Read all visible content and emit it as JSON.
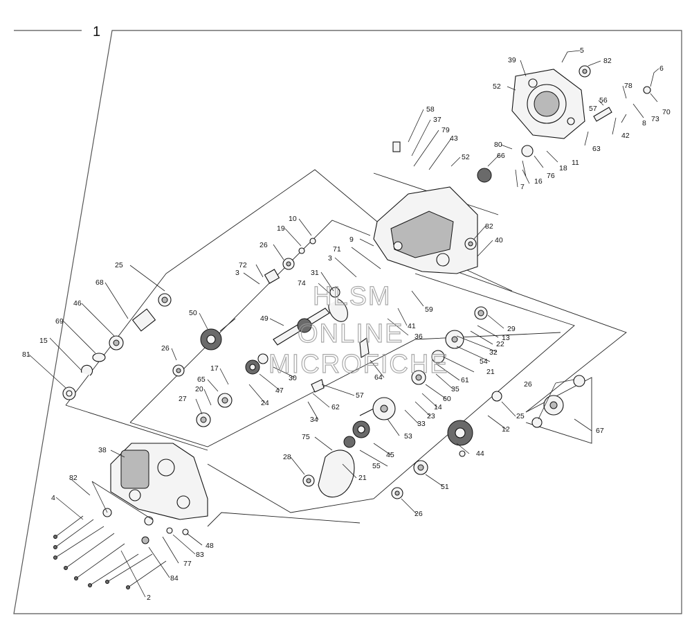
{
  "sheet_number": "1",
  "watermark": {
    "line1": "HLSM",
    "line2": "ONLINE",
    "line3": "MICROFICHE"
  },
  "callouts": [
    {
      "id": "c39",
      "label": "39"
    },
    {
      "id": "c5",
      "label": "5"
    },
    {
      "id": "c82a",
      "label": "82"
    },
    {
      "id": "c6",
      "label": "6"
    },
    {
      "id": "c52a",
      "label": "52"
    },
    {
      "id": "c78",
      "label": "78"
    },
    {
      "id": "c56",
      "label": "56"
    },
    {
      "id": "c57a",
      "label": "57"
    },
    {
      "id": "c70",
      "label": "70"
    },
    {
      "id": "c73",
      "label": "73"
    },
    {
      "id": "c8",
      "label": "8"
    },
    {
      "id": "c42",
      "label": "42"
    },
    {
      "id": "c63",
      "label": "63"
    },
    {
      "id": "c58",
      "label": "58"
    },
    {
      "id": "c37",
      "label": "37"
    },
    {
      "id": "c79",
      "label": "79"
    },
    {
      "id": "c43",
      "label": "43"
    },
    {
      "id": "c52b",
      "label": "52"
    },
    {
      "id": "c80",
      "label": "80"
    },
    {
      "id": "c66",
      "label": "66"
    },
    {
      "id": "c11",
      "label": "11"
    },
    {
      "id": "c18",
      "label": "18"
    },
    {
      "id": "c76",
      "label": "76"
    },
    {
      "id": "c16",
      "label": "16"
    },
    {
      "id": "c7",
      "label": "7"
    },
    {
      "id": "c10",
      "label": "10"
    },
    {
      "id": "c19",
      "label": "19"
    },
    {
      "id": "c82b",
      "label": "82"
    },
    {
      "id": "c9",
      "label": "9"
    },
    {
      "id": "c40",
      "label": "40"
    },
    {
      "id": "c26a",
      "label": "26"
    },
    {
      "id": "c71",
      "label": "71"
    },
    {
      "id": "c72",
      "label": "72"
    },
    {
      "id": "c3a",
      "label": "3"
    },
    {
      "id": "c3b",
      "label": "3"
    },
    {
      "id": "c31",
      "label": "31"
    },
    {
      "id": "c74",
      "label": "74"
    },
    {
      "id": "c25a",
      "label": "25"
    },
    {
      "id": "c68",
      "label": "68"
    },
    {
      "id": "c59",
      "label": "59"
    },
    {
      "id": "c46",
      "label": "46"
    },
    {
      "id": "c50",
      "label": "50"
    },
    {
      "id": "c49",
      "label": "49"
    },
    {
      "id": "c41",
      "label": "41"
    },
    {
      "id": "c36",
      "label": "36"
    },
    {
      "id": "c29",
      "label": "29"
    },
    {
      "id": "c13",
      "label": "13"
    },
    {
      "id": "c69",
      "label": "69"
    },
    {
      "id": "c22",
      "label": "22"
    },
    {
      "id": "c15",
      "label": "15"
    },
    {
      "id": "c32",
      "label": "32"
    },
    {
      "id": "c81",
      "label": "81"
    },
    {
      "id": "c26b",
      "label": "26"
    },
    {
      "id": "c64",
      "label": "64"
    },
    {
      "id": "c54",
      "label": "54"
    },
    {
      "id": "c21a",
      "label": "21"
    },
    {
      "id": "c17",
      "label": "17"
    },
    {
      "id": "c30",
      "label": "30"
    },
    {
      "id": "c61",
      "label": "61"
    },
    {
      "id": "c65",
      "label": "65"
    },
    {
      "id": "c47",
      "label": "47"
    },
    {
      "id": "c35",
      "label": "35"
    },
    {
      "id": "c20",
      "label": "20"
    },
    {
      "id": "c57b",
      "label": "57"
    },
    {
      "id": "c60",
      "label": "60"
    },
    {
      "id": "c27",
      "label": "27"
    },
    {
      "id": "c24",
      "label": "24"
    },
    {
      "id": "c62",
      "label": "62"
    },
    {
      "id": "c14",
      "label": "14"
    },
    {
      "id": "c23",
      "label": "23"
    },
    {
      "id": "c26c",
      "label": "26"
    },
    {
      "id": "c34",
      "label": "34"
    },
    {
      "id": "c33",
      "label": "33"
    },
    {
      "id": "c25b",
      "label": "25"
    },
    {
      "id": "c53",
      "label": "53"
    },
    {
      "id": "c12",
      "label": "12"
    },
    {
      "id": "c67",
      "label": "67"
    },
    {
      "id": "c75",
      "label": "75"
    },
    {
      "id": "c38",
      "label": "38"
    },
    {
      "id": "c44",
      "label": "44"
    },
    {
      "id": "c45",
      "label": "45"
    },
    {
      "id": "c55",
      "label": "55"
    },
    {
      "id": "c28",
      "label": "28"
    },
    {
      "id": "c21b",
      "label": "21"
    },
    {
      "id": "c82c",
      "label": "82"
    },
    {
      "id": "c51",
      "label": "51"
    },
    {
      "id": "c4",
      "label": "4"
    },
    {
      "id": "c26d",
      "label": "26"
    },
    {
      "id": "c48",
      "label": "48"
    },
    {
      "id": "c83",
      "label": "83"
    },
    {
      "id": "c77",
      "label": "77"
    },
    {
      "id": "c84",
      "label": "84"
    },
    {
      "id": "c2",
      "label": "2"
    }
  ]
}
